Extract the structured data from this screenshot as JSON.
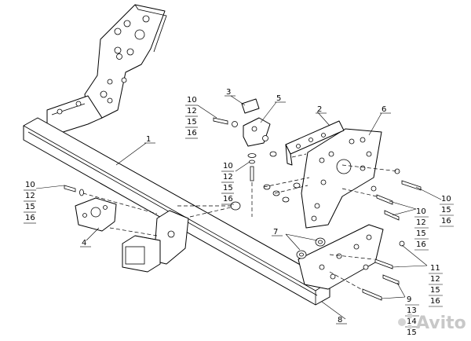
{
  "drawing": {
    "callouts": {
      "c1": "1",
      "c2": "2",
      "c3": "3",
      "c4": "4",
      "c5": "5",
      "c6": "6",
      "c7": "7",
      "c8": "8",
      "bolt_top_left": [
        "10",
        "12",
        "15",
        "16"
      ],
      "bolt_center": [
        "10",
        "12",
        "15",
        "16"
      ],
      "bolt_left": [
        "10",
        "12",
        "15",
        "16"
      ],
      "right_top": [
        "10",
        "15",
        "16"
      ],
      "right_mid": [
        "10",
        "12",
        "15",
        "16"
      ],
      "right_low": [
        "11",
        "12",
        "15",
        "16"
      ],
      "right_bottom": [
        "9",
        "13",
        "14",
        "15"
      ]
    }
  },
  "watermark": {
    "text": "Avito"
  }
}
